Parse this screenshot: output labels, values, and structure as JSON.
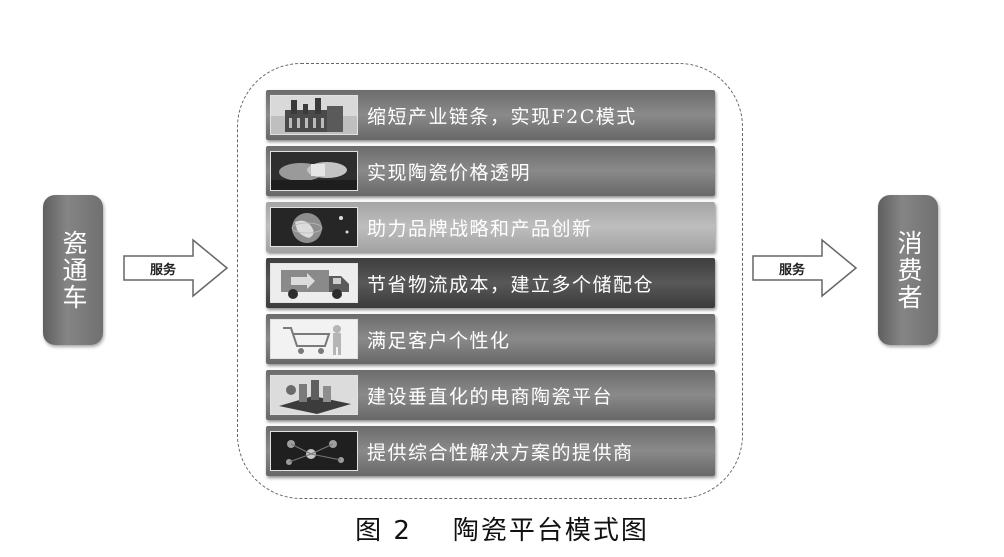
{
  "left_box": {
    "label": "瓷通车"
  },
  "right_box": {
    "label": "消费者"
  },
  "left_arrow": {
    "label": "服务"
  },
  "right_arrow": {
    "label": "服务"
  },
  "items": [
    {
      "label": "缩短产业链条，实现F2C模式",
      "icon": "factory-icon"
    },
    {
      "label": "实现陶瓷价格透明",
      "icon": "handshake-icon"
    },
    {
      "label": "助力品牌战略和产品创新",
      "icon": "globe-icon"
    },
    {
      "label": "节省物流成本，建立多个储配仓",
      "icon": "truck-icon"
    },
    {
      "label": "满足客户个性化",
      "icon": "shopping-cart-icon"
    },
    {
      "label": "建设垂直化的电商陶瓷平台",
      "icon": "platform-icon"
    },
    {
      "label": "提供综合性解决方案的提供商",
      "icon": "network-icon"
    }
  ],
  "caption": "图 2    陶瓷平台模式图"
}
